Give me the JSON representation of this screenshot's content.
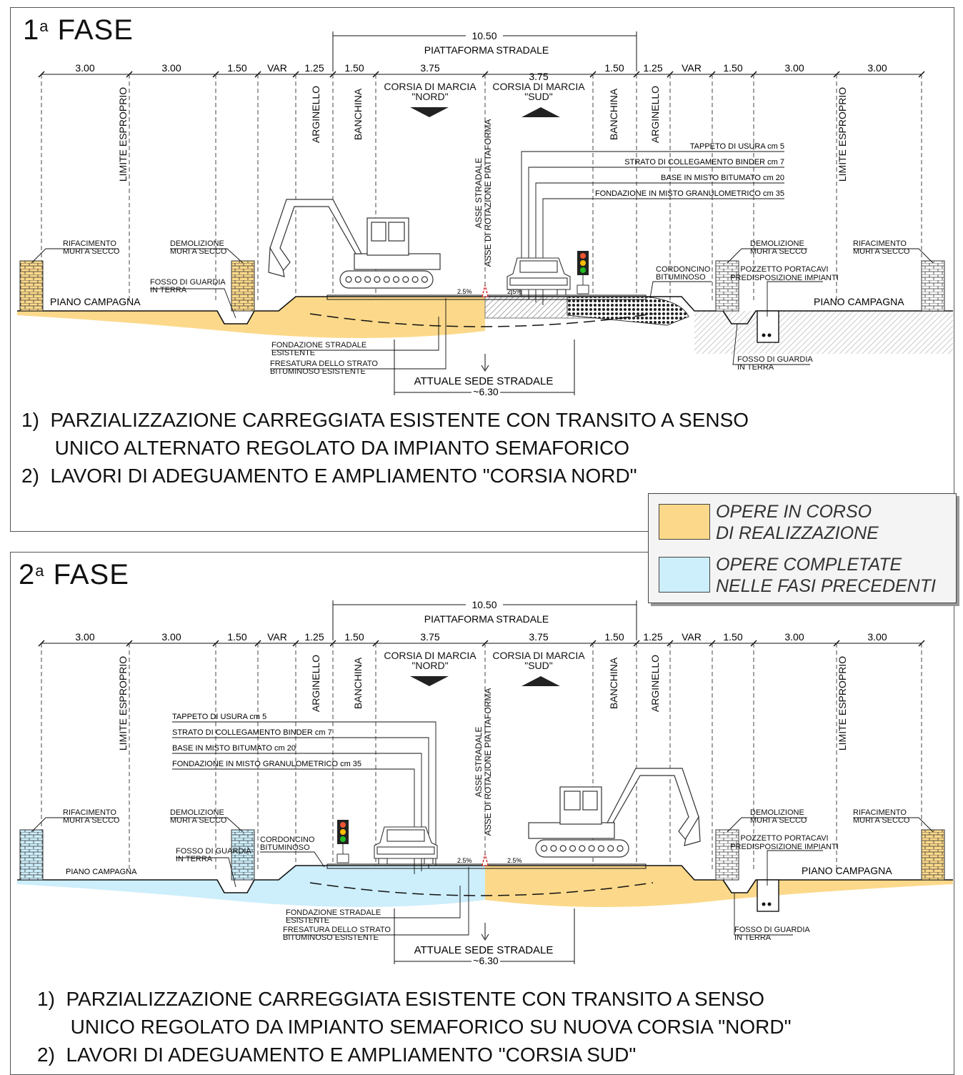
{
  "colors": {
    "in_progress": "#fcd98a",
    "completed": "#cdeefb",
    "ink": "#111111"
  },
  "legend": {
    "in_progress": "OPERE IN CORSO\nDI REALIZZAZIONE",
    "completed": "OPERE COMPLETATE\nNELLE FASI PRECEDENTI"
  },
  "common": {
    "total_width": "10.50",
    "platform_label": "PIATTAFORMA STRADALE",
    "widths": [
      "3.00",
      "3.00",
      "1.50",
      "VAR",
      "1.25",
      "1.50",
      "3.75",
      "3.75",
      "1.50",
      "1.25",
      "VAR",
      "1.50",
      "3.00",
      "3.00"
    ],
    "zones": {
      "limite": "LIMITE ESPROPRIO",
      "arginello": "ARGINELLO",
      "banchina": "BANCHINA",
      "corsia_nord": "CORSIA DI MARCIA\n\"NORD\"",
      "corsia_sud": "CORSIA DI MARCIA\n\"SUD\"",
      "asse": "ASSE STRADALE\nASSE DI ROTAZIONE PIATTAFORMA"
    },
    "layers": [
      "TAPPETO DI USURA cm 5",
      "STRATO DI COLLEGAMENTO BINDER cm 7",
      "BASE IN MISTO BITUMATO cm 20",
      "FONDAZIONE IN MISTO GRANULOMETRICO cm 35"
    ],
    "labels": {
      "rifacimento": "RIFACIMENTO\nMURI A SECCO",
      "demolizione": "DEMOLIZIONE\nMURI A SECCO",
      "fosso": "FOSSO DI GUARDIA\nIN TERRA",
      "piano": "PIANO CAMPAGNA",
      "cordoncino": "CORDONCINO\nBITUMINOSO",
      "pozzetto": "POZZETTO PORTACAVI\nPREDISPOSIZIONE IMPIANTI",
      "fondazione": "FONDAZIONE STRADALE\nESISTENTE",
      "fresatura": "FRESATURA DELLO STRATO\nBITUMINOSO ESISTENTE",
      "attuale": "ATTUALE SEDE STRADALE",
      "attuale_width": "~6.30",
      "slope": "2.5%"
    }
  },
  "phases": [
    {
      "num": "1",
      "ord": "a",
      "word": "FASE",
      "notes": "1)  PARZIALIZZAZIONE CARREGGIATA ESISTENTE CON TRANSITO A SENSO\n      UNICO ALTERNATO REGOLATO DA IMPIANTO SEMAFORICO\n2)  LAVORI DI ADEGUAMENTO E AMPLIAMENTO \"CORSIA NORD\""
    },
    {
      "num": "2",
      "ord": "a",
      "word": "FASE",
      "notes": "1)  PARZIALIZZAZIONE CARREGGIATA ESISTENTE CON TRANSITO A SENSO\n      UNICO REGOLATO DA IMPIANTO SEMAFORICO SU NUOVA CORSIA \"NORD\"\n2)  LAVORI DI ADEGUAMENTO E AMPLIAMENTO \"CORSIA SUD\""
    }
  ]
}
